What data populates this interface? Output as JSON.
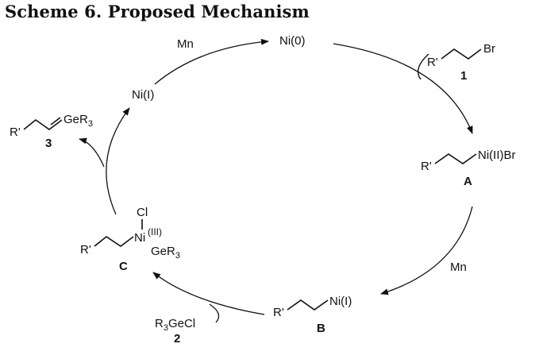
{
  "title": "Scheme 6. Proposed Mechanism",
  "nodes": {
    "ni0": "Ni(0)",
    "ni1": "Ni(I)",
    "sub1_R": "R'",
    "sub1_X": "Br",
    "sub1_num": "1",
    "A_R": "R'",
    "A_metal": "Ni(II)Br",
    "A_id": "A",
    "B_R": "R'",
    "B_metal": "Ni(I)",
    "B_id": "B",
    "C_R": "R'",
    "C_Cl": "Cl",
    "C_Ni": "Ni",
    "C_ox": "(III)",
    "C_Ge": "GeR",
    "C_Ge_sub": "3",
    "C_id": "C",
    "reagent2_R": "R",
    "reagent2_sub": "3",
    "reagent2_rest": "GeCl",
    "reagent2_num": "2",
    "prod3_R": "R'",
    "prod3_Ge": "GeR",
    "prod3_Ge_sub": "3",
    "prod3_num": "3",
    "mn_top": "Mn",
    "mn_right": "Mn"
  }
}
